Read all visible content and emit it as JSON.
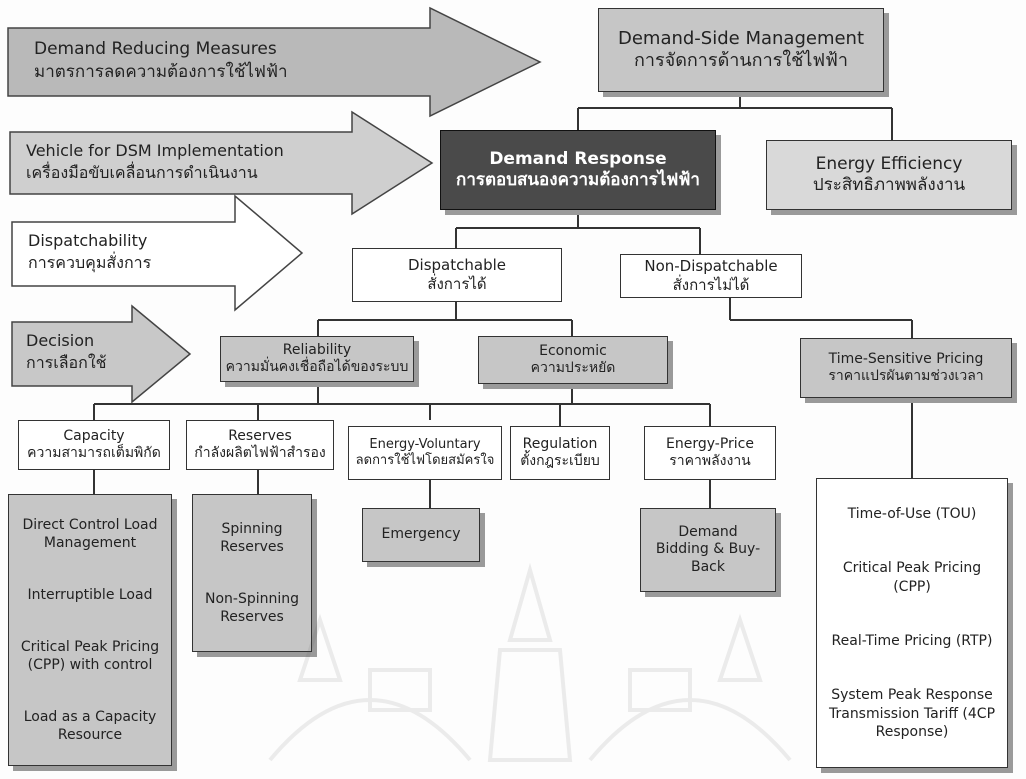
{
  "arrows": {
    "measures": {
      "line1": "Demand Reducing Measures",
      "line2": "มาตรการลดความต้องการใช้ไฟฟ้า"
    },
    "vehicle": {
      "line1": "Vehicle for DSM Implementation",
      "line2": "เครื่องมือขับเคลื่อนการดำเนินงาน"
    },
    "dispatchability": {
      "line1": "Dispatchability",
      "line2": "การควบคุมสั่งการ"
    },
    "decision": {
      "line1": "Decision",
      "line2": "การเลือกใช้"
    }
  },
  "nodes": {
    "dsm": {
      "en": "Demand-Side Management",
      "th": "การจัดการด้านการใช้ไฟฟ้า"
    },
    "dr": {
      "en": "Demand Response",
      "th": "การตอบสนองความต้องการไฟฟ้า"
    },
    "ee": {
      "en": "Energy Efficiency",
      "th": "ประสิทธิภาพพลังงาน"
    },
    "dispatchable": {
      "en": "Dispatchable",
      "th": "สั่งการได้"
    },
    "nondispatchable": {
      "en": "Non-Dispatchable",
      "th": "สั่งการไม่ได้"
    },
    "reliability": {
      "en": "Reliability",
      "th": "ความมั่นคงเชื่อถือได้ของระบบ"
    },
    "economic": {
      "en": "Economic",
      "th": "ความประหยัด"
    },
    "tsp": {
      "en": "Time-Sensitive Pricing",
      "th": "ราคาแปรผันตามช่วงเวลา"
    },
    "capacity": {
      "en": "Capacity",
      "th": "ความสามารถเต็มพิกัด"
    },
    "reserves": {
      "en": "Reserves",
      "th": "กำลังผลิตไฟฟ้าสำรอง"
    },
    "voluntary": {
      "en": "Energy-Voluntary",
      "th": "ลดการใช้ไฟโดยสมัครใจ"
    },
    "regulation": {
      "en": "Regulation",
      "th": "ตั้งกฎระเบียบ"
    },
    "price": {
      "en": "Energy-Price",
      "th": "ราคาพลังงาน"
    }
  },
  "lists": {
    "capacity": [
      "Direct Control Load Management",
      "Interruptible Load",
      "Critical Peak Pricing (CPP) with control",
      "Load as a Capacity Resource"
    ],
    "reserves": [
      "Spinning Reserves",
      "Non-Spinning Reserves"
    ],
    "emergency": "Emergency",
    "bidding": "Demand Bidding & Buy-Back",
    "tsp": [
      "Time-of-Use (TOU)",
      "Critical Peak Pricing (CPP)",
      "Real-Time Pricing (RTP)",
      "System Peak Response Transmission Tariff (4CP Response)"
    ]
  }
}
